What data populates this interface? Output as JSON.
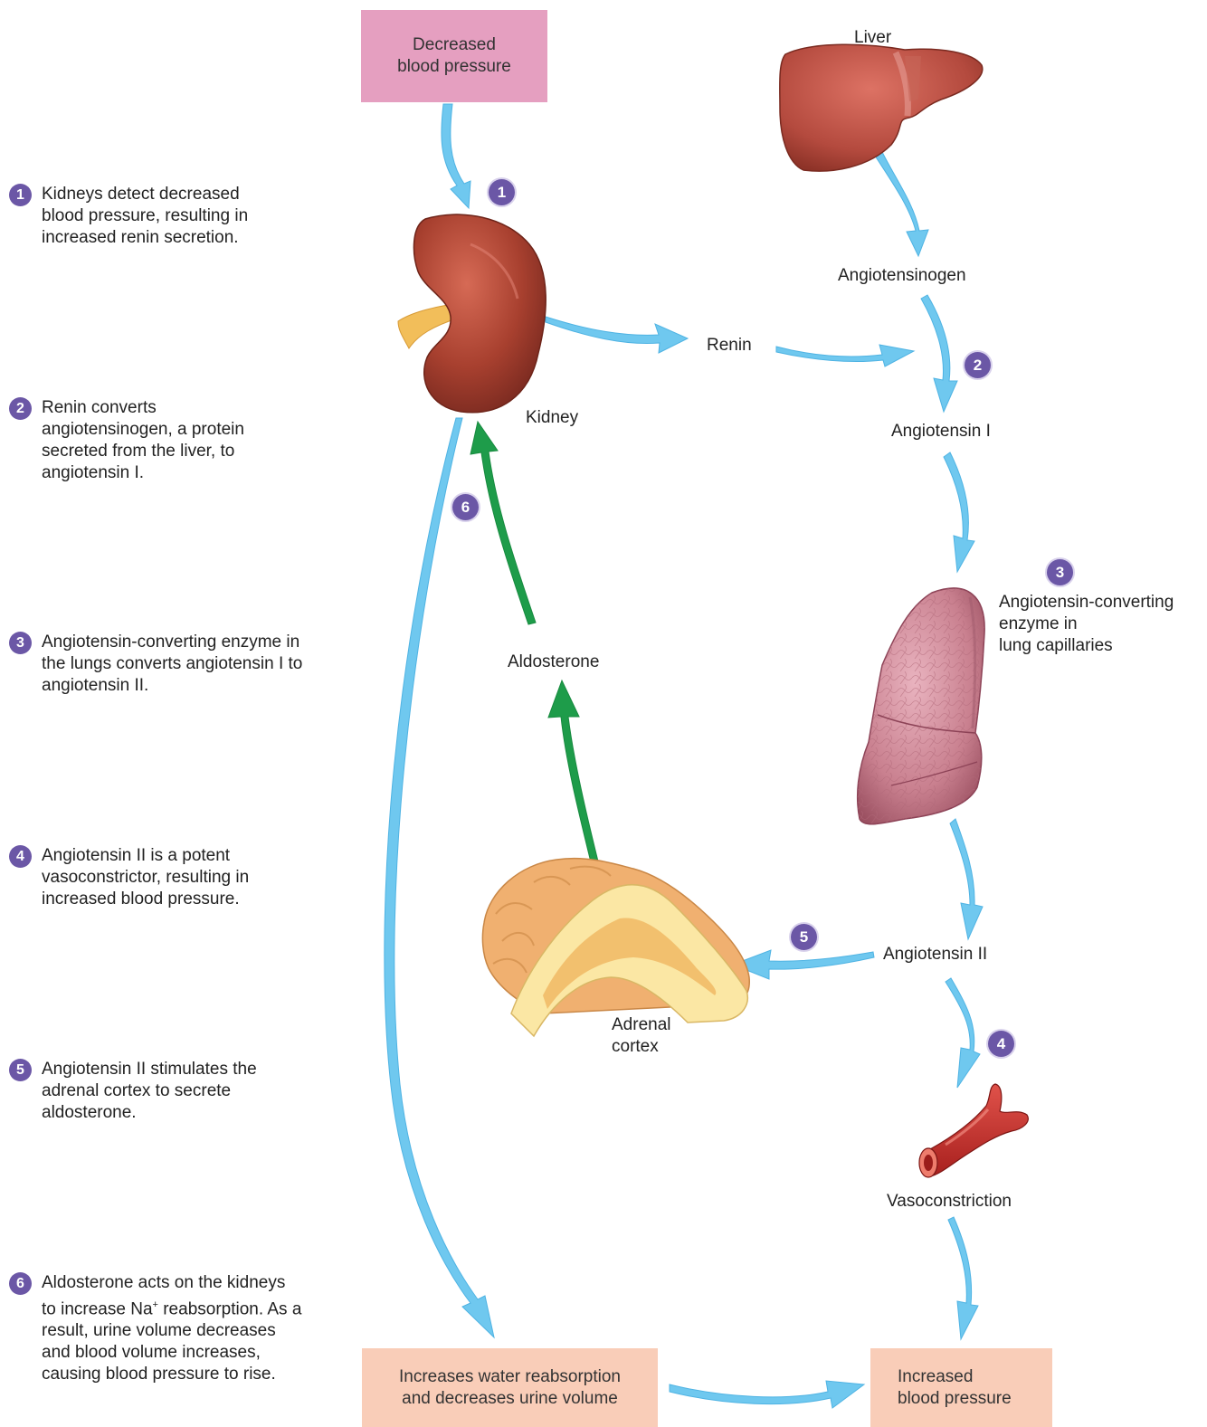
{
  "top_box": "Decreased\nblood pressure",
  "organ_labels": {
    "liver": "Liver",
    "kidney": "Kidney",
    "adrenal": "Adrenal\ncortex"
  },
  "molecules": {
    "renin": "Renin",
    "angiotensinogen": "Angiotensinogen",
    "angiotensin_1": "Angiotensin I",
    "angiotensin_2": "Angiotensin II",
    "aldosterone": "Aldosterone",
    "vasoconstriction": "Vasoconstriction"
  },
  "ace_label": "Angiotensin-converting\nenzyme in\nlung capillaries",
  "bottom_left_box": "Increases water reabsorption\nand decreases urine volume",
  "bottom_right_box": "Increased\nblood pressure",
  "badges": [
    "1",
    "2",
    "3",
    "4",
    "5",
    "6"
  ],
  "steps": [
    {
      "num": "1",
      "text": "Kidneys detect decreased blood pressure, resulting in increased renin secretion."
    },
    {
      "num": "2",
      "text": "Renin converts angiotensinogen, a protein secreted from the liver, to angiotensin I."
    },
    {
      "num": "3",
      "text": "Angiotensin-converting enzyme in the lungs converts angiotensin I to angiotensin II."
    },
    {
      "num": "4",
      "text": "Angiotensin II is a potent vasoconstrictor, resulting in increased blood pressure."
    },
    {
      "num": "5",
      "text": "Angiotensin II stimulates the adrenal cortex to secrete aldosterone."
    },
    {
      "num": "6",
      "text_before": "Aldosterone acts on the kidneys to increase Na",
      "superscript": "+",
      "text_after": " reabsorption. As a result, urine volume decreases and blood volume increases, causing blood pressure to rise."
    }
  ],
  "colors": {
    "badge": "#6b57a6",
    "arrow_blue": "#6fc8ef",
    "arrow_green": "#1e9c4a",
    "top_box_fill": "#e59fc0",
    "bottom_box_fill": "#f9cdb8",
    "organ_red": "#b5463a",
    "lung_pink": "#c97f94",
    "adrenal_yellow": "#f2c67a"
  }
}
